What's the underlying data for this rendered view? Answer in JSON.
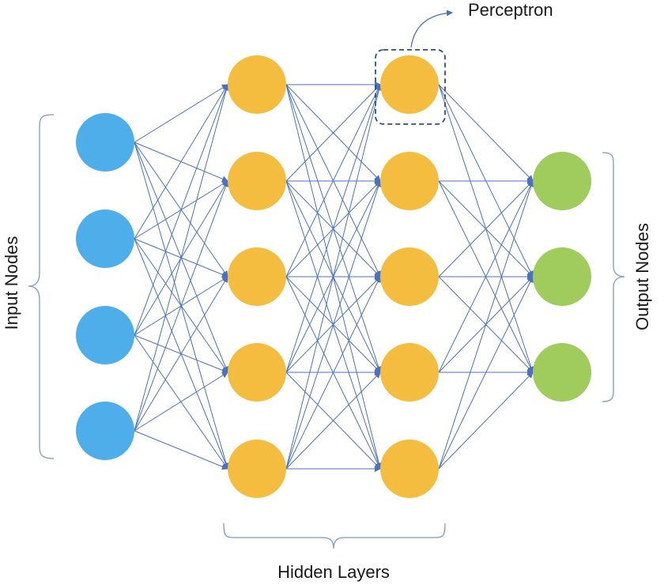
{
  "labels": {
    "input": "Input Nodes",
    "hidden": "Hidden Layers",
    "output": "Output Nodes",
    "perceptron": "Perceptron"
  },
  "layers": [
    {
      "name": "input",
      "nodes": 4,
      "color": "#4daeea"
    },
    {
      "name": "hidden1",
      "nodes": 5,
      "color": "#f5bd40"
    },
    {
      "name": "hidden2",
      "nodes": 5,
      "color": "#f5bd40"
    },
    {
      "name": "output",
      "nodes": 3,
      "color": "#9fcc5c"
    }
  ],
  "colors": {
    "edge": "#4a72c4",
    "bracket": "#7e9ac8",
    "highlight": "#2f4f7f"
  },
  "highlight": {
    "layer": 2,
    "node": 0
  }
}
